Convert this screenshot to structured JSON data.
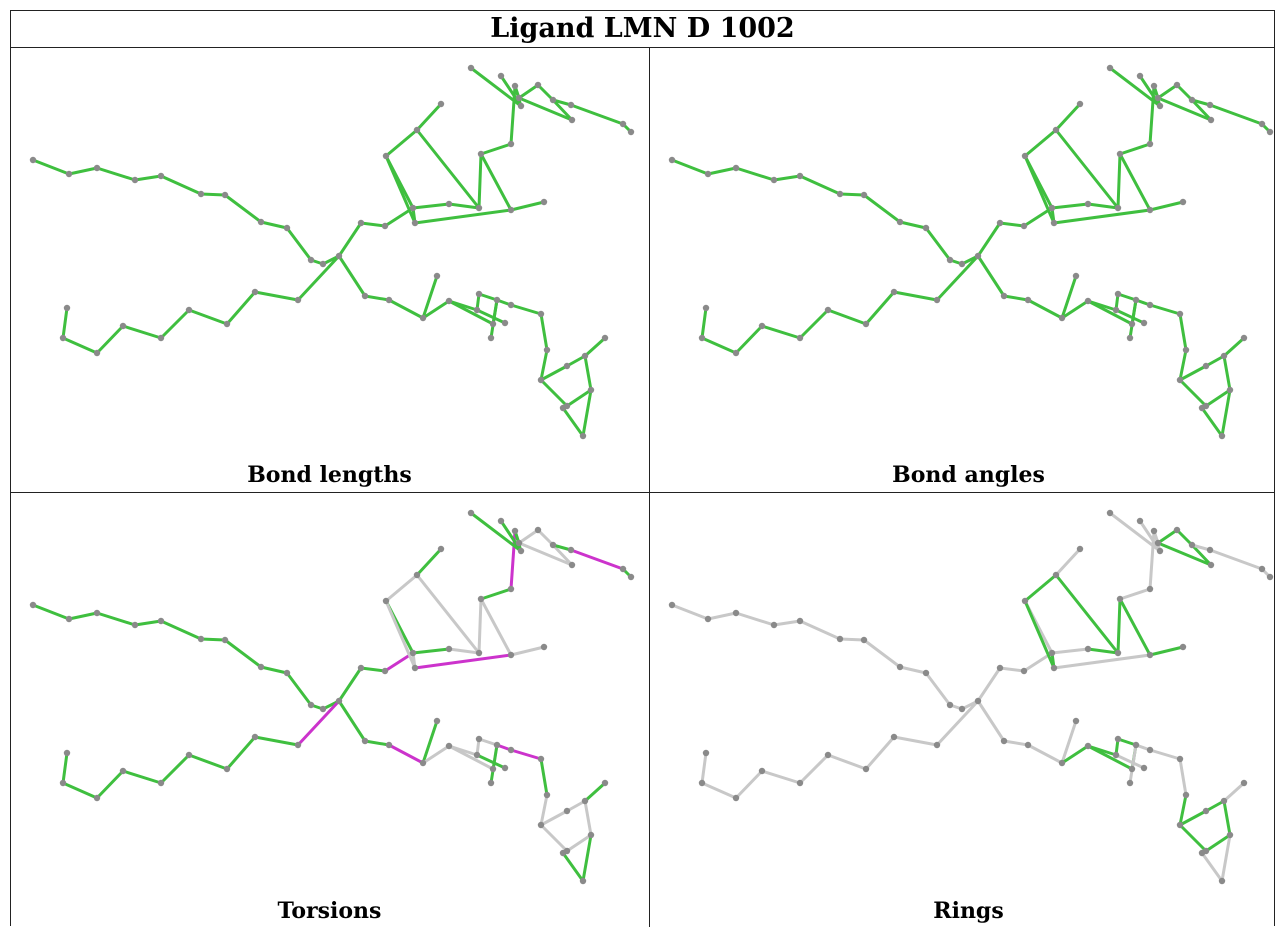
{
  "title": "Ligand LMN D 1002",
  "panels": [
    {
      "label": "Bond lengths",
      "highlight": "all"
    },
    {
      "label": "Bond angles",
      "highlight": "all"
    },
    {
      "label": "Torsions",
      "highlight": "torsions"
    },
    {
      "label": "Rings",
      "highlight": "rings"
    }
  ],
  "colors": {
    "good": "#3fbf3f",
    "outlier": "#cc33cc",
    "neutral": "#c8c8c8",
    "atom": "#8a8a8a"
  }
}
